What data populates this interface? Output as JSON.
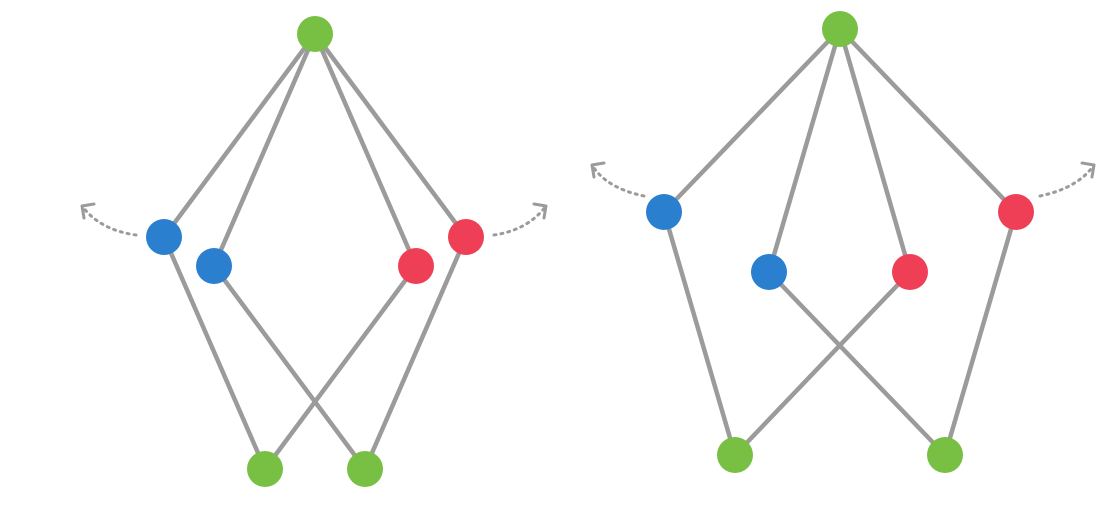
{
  "colors": {
    "background": "#ffffff",
    "edge": "#9b9b9b",
    "green": "#77c043",
    "blue": "#2a80cf",
    "red": "#ee3f56"
  },
  "diagrams": [
    {
      "name": "left-graph",
      "nodes": [
        {
          "id": "top",
          "color": "green"
        },
        {
          "id": "blue-outer",
          "color": "blue"
        },
        {
          "id": "blue-inner",
          "color": "blue"
        },
        {
          "id": "red-inner",
          "color": "red"
        },
        {
          "id": "red-outer",
          "color": "red"
        },
        {
          "id": "bottom-left",
          "color": "green"
        },
        {
          "id": "bottom-right",
          "color": "green"
        }
      ],
      "edges": [
        [
          "top",
          "blue-outer"
        ],
        [
          "top",
          "blue-inner"
        ],
        [
          "top",
          "red-inner"
        ],
        [
          "top",
          "red-outer"
        ],
        [
          "blue-outer",
          "bottom-left"
        ],
        [
          "blue-inner",
          "bottom-right"
        ],
        [
          "red-inner",
          "bottom-left"
        ],
        [
          "red-outer",
          "bottom-right"
        ]
      ],
      "arrows": [
        {
          "from": "blue-outer",
          "direction": "up-left",
          "style": "dotted"
        },
        {
          "from": "red-outer",
          "direction": "up-right",
          "style": "dotted"
        }
      ]
    },
    {
      "name": "right-graph",
      "nodes": [
        {
          "id": "top",
          "color": "green"
        },
        {
          "id": "blue-outer",
          "color": "blue"
        },
        {
          "id": "blue-inner",
          "color": "blue"
        },
        {
          "id": "red-inner",
          "color": "red"
        },
        {
          "id": "red-outer",
          "color": "red"
        },
        {
          "id": "bottom-left",
          "color": "green"
        },
        {
          "id": "bottom-right",
          "color": "green"
        }
      ],
      "edges": [
        [
          "top",
          "blue-outer"
        ],
        [
          "top",
          "blue-inner"
        ],
        [
          "top",
          "red-inner"
        ],
        [
          "top",
          "red-outer"
        ],
        [
          "blue-outer",
          "bottom-left"
        ],
        [
          "blue-inner",
          "bottom-right"
        ],
        [
          "red-inner",
          "bottom-left"
        ],
        [
          "red-outer",
          "bottom-right"
        ]
      ],
      "arrows": [
        {
          "from": "blue-outer",
          "direction": "up-left",
          "style": "dotted"
        },
        {
          "from": "red-outer",
          "direction": "up-right",
          "style": "dotted"
        }
      ]
    }
  ]
}
